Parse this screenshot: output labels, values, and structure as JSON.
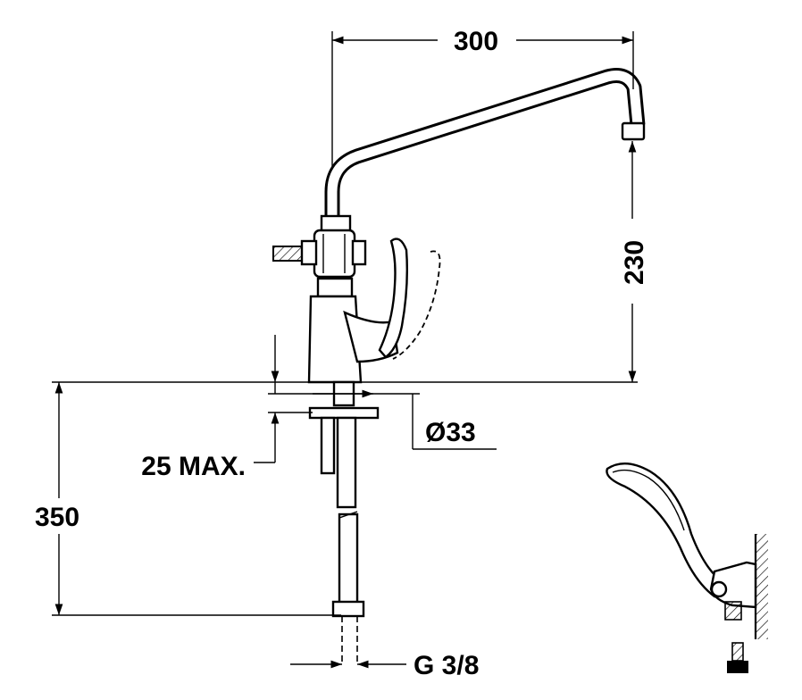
{
  "dimensions": {
    "spout_reach": "300",
    "spout_height": "230",
    "deck_thickness": "25 MAX.",
    "hole_diameter": "Ø33",
    "hose_length": "350",
    "connection_thread": "G 3/8"
  },
  "colors": {
    "line": "#000000",
    "background": "#ffffff"
  },
  "parts": [
    "spout",
    "tap-body",
    "lever-handle",
    "mounting-shank",
    "supply-hose",
    "hose-nut",
    "wall-handle-detail",
    "screw"
  ]
}
